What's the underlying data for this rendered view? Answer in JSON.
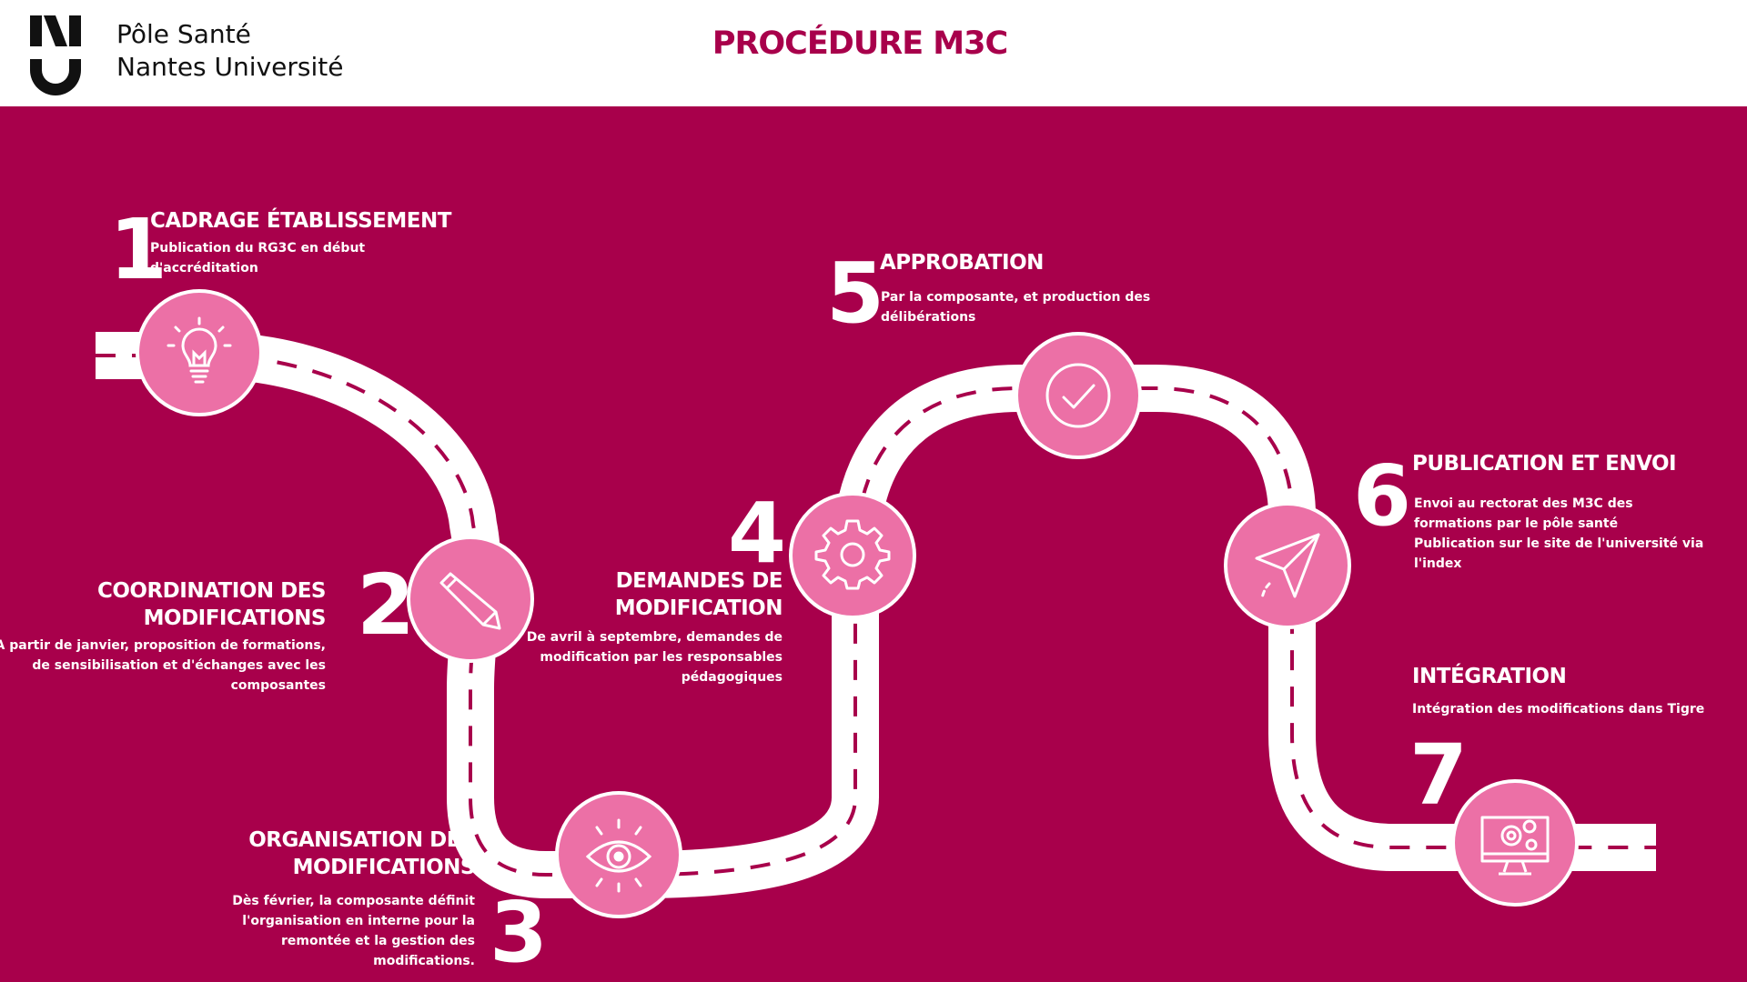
{
  "header": {
    "logo_line1": "Pôle Santé",
    "logo_line2": "Nantes Université",
    "title": "PROCÉDURE M3C"
  },
  "colors": {
    "brand": "#a8004b",
    "node": "#ec70a6",
    "road": "#ffffff"
  },
  "steps": [
    {
      "number": "1",
      "title": "CADRAGE ÉTABLISSEMENT",
      "desc": [
        "Publication du RG3C en début",
        "d'accréditation"
      ],
      "icon": "lightbulb-icon"
    },
    {
      "number": "2",
      "title": [
        "COORDINATION DES",
        "MODIFICATIONS"
      ],
      "desc": [
        "A partir de janvier, proposition de formations,",
        "de sensibilisation et d'échanges avec les",
        "composantes"
      ],
      "icon": "pencil-icon"
    },
    {
      "number": "3",
      "title": [
        "ORGANISATION  DES",
        "MODIFICATIONS"
      ],
      "desc": [
        "Dès février, la composante définit",
        "l'organisation en interne pour la",
        "remontée et la gestion des",
        "modifications."
      ],
      "icon": "eye-icon"
    },
    {
      "number": "4",
      "title": [
        "DEMANDES DE",
        "MODIFICATION"
      ],
      "desc": [
        "De avril à septembre, demandes de",
        "modification par les responsables",
        "pédagogiques"
      ],
      "icon": "gear-icon"
    },
    {
      "number": "5",
      "title": "APPROBATION",
      "desc": [
        "Par la composante, et production des",
        "délibérations"
      ],
      "icon": "checkmark-icon"
    },
    {
      "number": "6",
      "title": "PUBLICATION ET ENVOI",
      "desc": [
        "Envoi au rectorat des M3C des",
        "formations par le pôle santé",
        "Publication sur le site de l'université via",
        "l'index"
      ],
      "icon": "paper-plane-icon"
    },
    {
      "number": "7",
      "title": "INTÉGRATION",
      "desc": [
        "Intégration des modifications dans Tigre"
      ],
      "icon": "computer-gears-icon"
    }
  ]
}
